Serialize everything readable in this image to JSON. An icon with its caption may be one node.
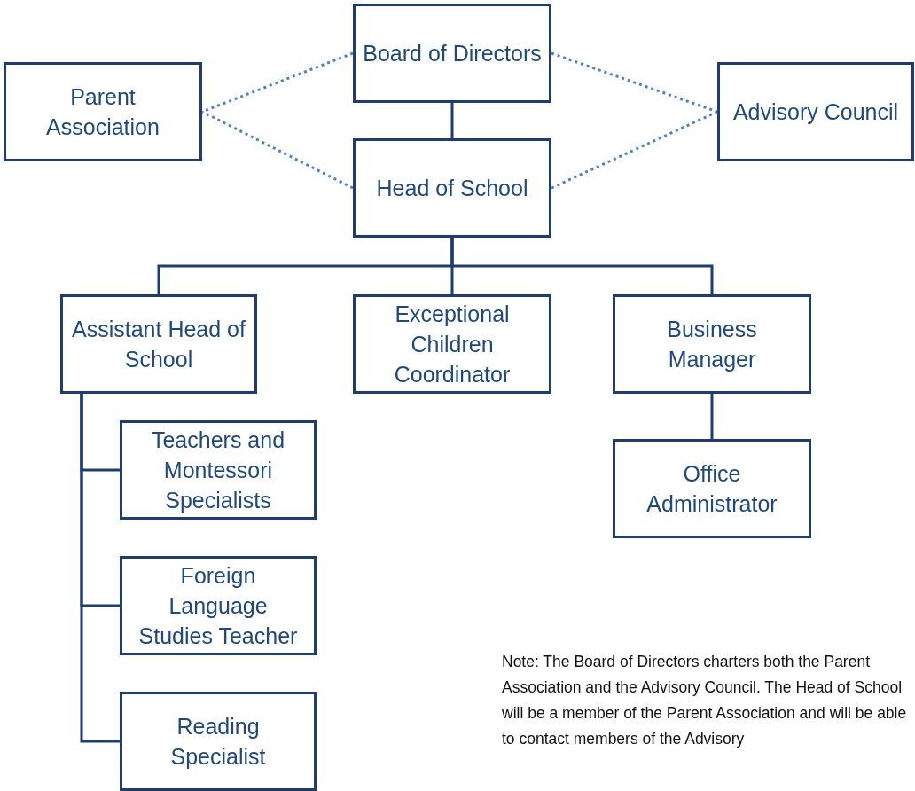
{
  "diagram": {
    "nodes": [
      {
        "text": [
          "Board of Directors"
        ]
      },
      {
        "text": [
          "Parent Association"
        ]
      },
      {
        "text": [
          "Advisory Council"
        ]
      },
      {
        "text": [
          "Head of School"
        ]
      },
      {
        "text": [
          "Assistant Head of School"
        ]
      },
      {
        "text": [
          "Exceptional Children Coordinator"
        ]
      },
      {
        "text": [
          "Business Manager"
        ]
      },
      {
        "text": [
          "Teachers and Montessori Specialists"
        ]
      },
      {
        "text": [
          "Foreign Language Studies Teacher"
        ]
      },
      {
        "text": [
          "Reading Specialist"
        ]
      },
      {
        "text": [
          "Office Administrator"
        ]
      }
    ],
    "edges": [
      {
        "from": 0,
        "to": 3,
        "arrow": "none"
      },
      {
        "from": 0,
        "to": 1,
        "arrow": "none",
        "style": "dashed",
        "color": "#4f81bd"
      },
      {
        "from": 3,
        "to": 1,
        "arrow": "none",
        "style": "dashed",
        "color": "#4f81bd"
      },
      {
        "from": 0,
        "to": 2,
        "arrow": "none",
        "style": "dashed",
        "color": "#4f81bd"
      },
      {
        "from": 3,
        "to": 2,
        "arrow": "none",
        "style": "dashed",
        "color": "#4f81bd"
      },
      {
        "from": 3,
        "to": 4,
        "arrow": "none"
      },
      {
        "from": 3,
        "to": 5,
        "arrow": "none"
      },
      {
        "from": 3,
        "to": 6,
        "arrow": "none"
      },
      {
        "from": 4,
        "to": 7,
        "arrow": "none"
      },
      {
        "from": 4,
        "to": 8,
        "arrow": "none"
      },
      {
        "from": 4,
        "to": 9,
        "arrow": "none"
      },
      {
        "from": 6,
        "to": 10,
        "arrow": "none"
      }
    ],
    "labels": [
      "Note: The Board of Directors charters both the Parent Association and the Advisory Council. The Head of School will be a member of the Parent Association and will be able to contact members of the Advisory"
    ]
  }
}
